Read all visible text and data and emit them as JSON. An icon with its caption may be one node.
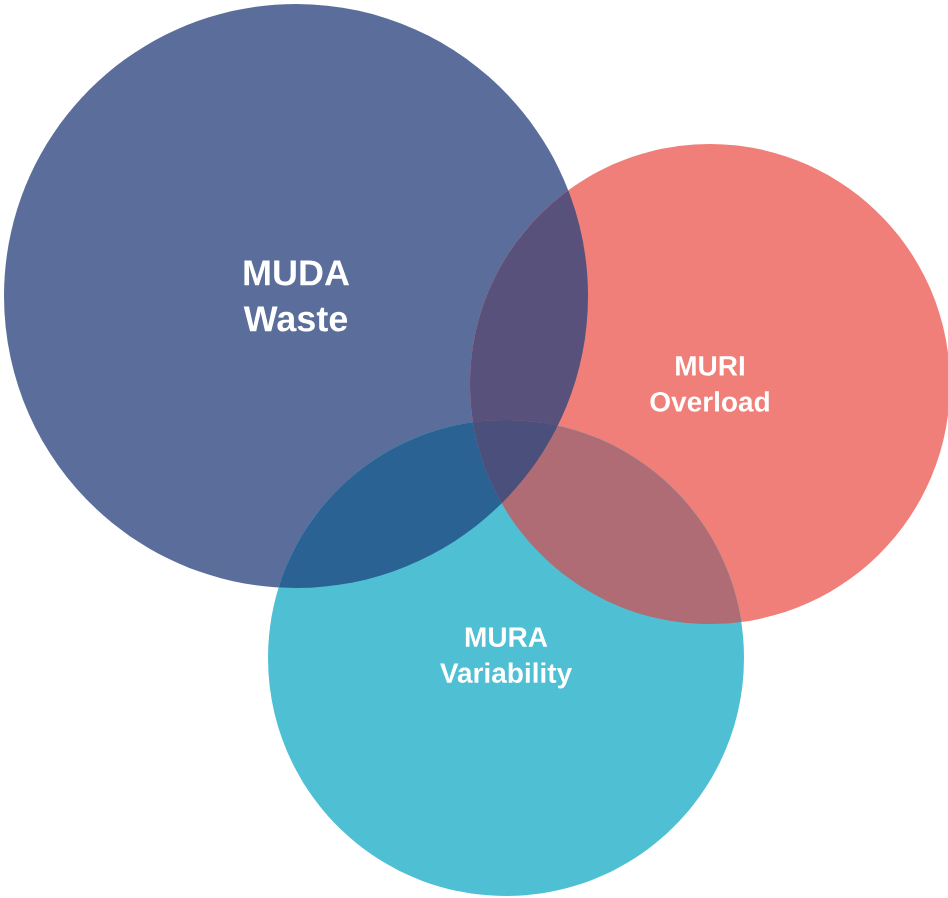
{
  "diagram": {
    "nodes": [
      {
        "text": [
          "MUDA Waste"
        ]
      },
      {
        "text": [
          "MURI Overload"
        ]
      },
      {
        "text": [
          "MURA Variability"
        ]
      }
    ]
  }
}
